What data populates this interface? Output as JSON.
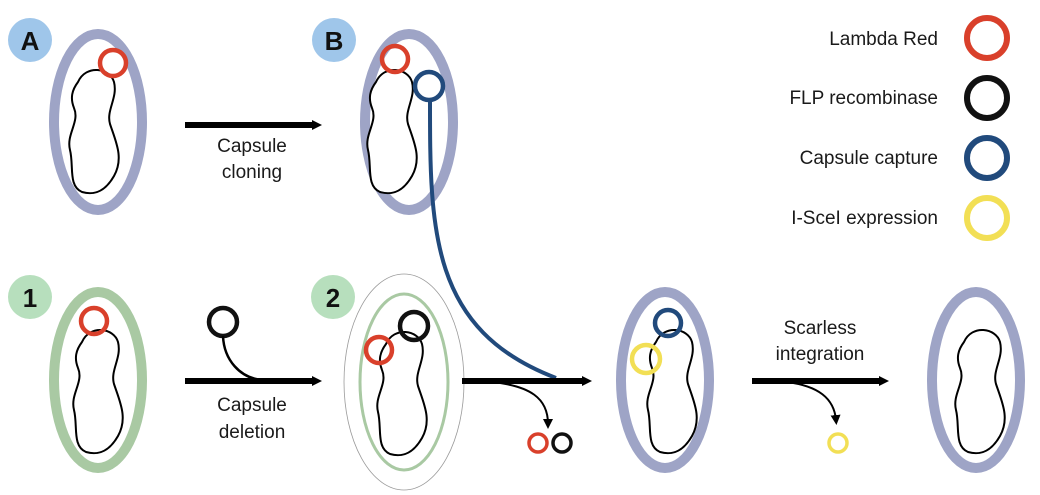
{
  "colors": {
    "lambda_red": "#d9402b",
    "flp": "#111111",
    "capsule_capture": "#214a7c",
    "isce1": "#f2df55",
    "blue_cell": "#9ea4c6",
    "green_cell": "#a9c9a3",
    "badge_blue": "#9fc6ea",
    "badge_green": "#b7dfbd"
  },
  "badges": {
    "a": "A",
    "b": "B",
    "one": "1",
    "two": "2"
  },
  "arrows": {
    "capsule_cloning": [
      "Capsule",
      "cloning"
    ],
    "capsule_deletion": [
      "Capsule",
      "deletion"
    ],
    "scarless_integration": [
      "Scarless",
      "integration"
    ]
  },
  "legend": [
    {
      "label": "Lambda Red",
      "color": "#d9402b",
      "icon": "lambda-red-plasmid-icon"
    },
    {
      "label": "FLP recombinase",
      "color": "#111111",
      "icon": "flp-plasmid-icon"
    },
    {
      "label": "Capsule capture",
      "color": "#214a7c",
      "icon": "capsule-capture-plasmid-icon"
    },
    {
      "label": "I-SceI expression",
      "color": "#f2df55",
      "icon": "isce1-plasmid-icon"
    }
  ]
}
